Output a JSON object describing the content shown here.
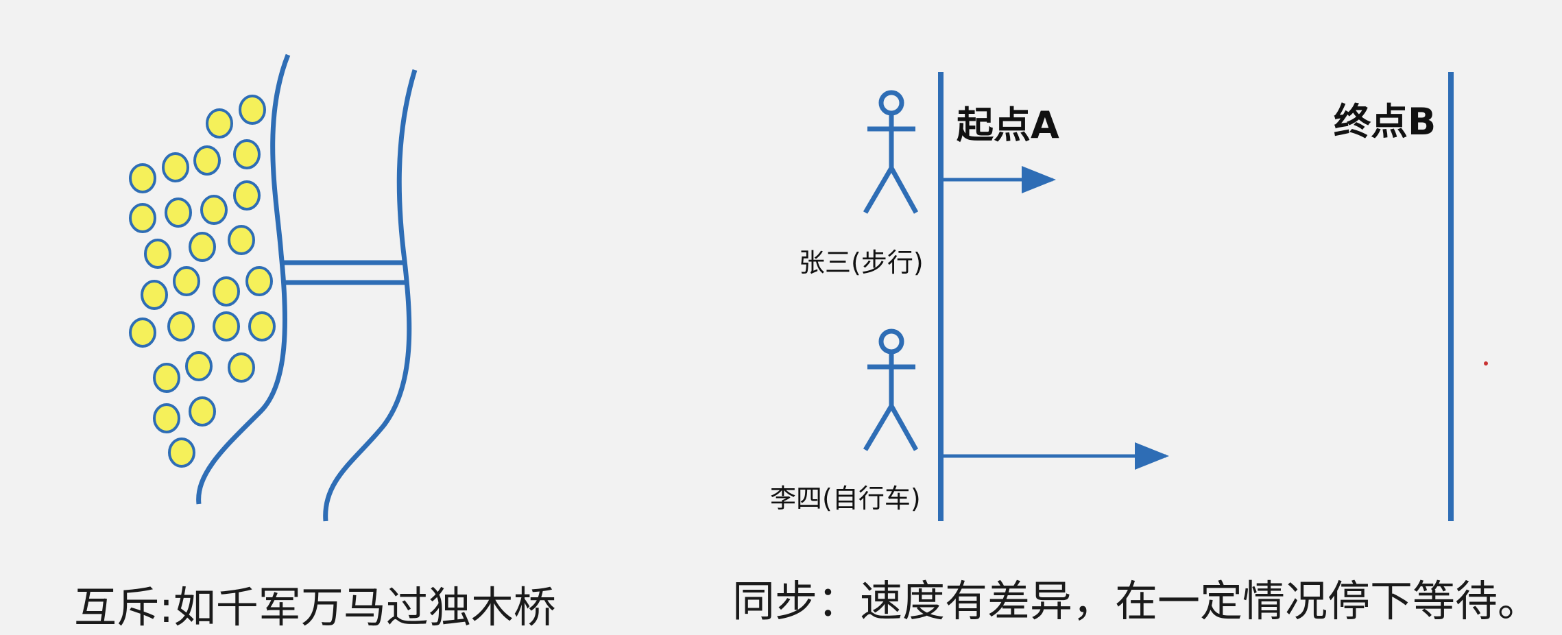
{
  "left_panel": {
    "caption": "互斥:如千军万马过独木桥"
  },
  "right_panel": {
    "start_label": "起点A",
    "end_label": "终点B",
    "person1_label": "张三(步行)",
    "person2_label": "李四(自行车)",
    "caption": "同步：速度有差异，在一定情况停下等待。"
  },
  "colors": {
    "line": "#2e6db5",
    "crowd_fill": "#f5f05a",
    "background": "#f2f2f2"
  }
}
